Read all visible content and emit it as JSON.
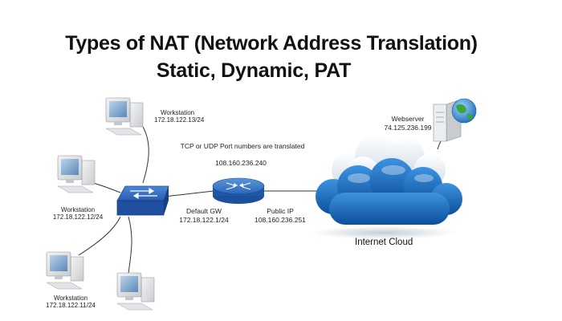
{
  "title": {
    "line1": "Types of NAT (Network Address Translation)",
    "line2": "Static, Dynamic, PAT"
  },
  "nodes": {
    "workstation_top": {
      "name": "Workstation",
      "ip": "172.18.122.13/24"
    },
    "workstation_mid": {
      "name": "Workstation",
      "ip": "172.18.122.12/24"
    },
    "workstation_bottom": {
      "name": "Workstation",
      "ip": "172.18.122.11/24"
    },
    "router": {
      "ip": "108.160.236.240"
    },
    "gateway": {
      "name": "Default GW",
      "ip": "172.18.122.1/24"
    },
    "public": {
      "name": "Public IP",
      "ip": "108.160.236.251"
    },
    "webserver": {
      "name": "Webserver",
      "ip": "74.125.236.199"
    },
    "cloud": {
      "name": "Internet Cloud"
    }
  },
  "annotation": "TCP or UDP Port numbers are translated",
  "colors": {
    "switch": "#2e63b8",
    "router": "#2a6cc4",
    "cloud": "#1e6fc0",
    "cloud_light": "#e8eef5",
    "cable": "#333333"
  },
  "icons": [
    "workstation-icon",
    "switch-icon",
    "router-icon",
    "cloud-icon",
    "server-icon",
    "globe-icon"
  ]
}
